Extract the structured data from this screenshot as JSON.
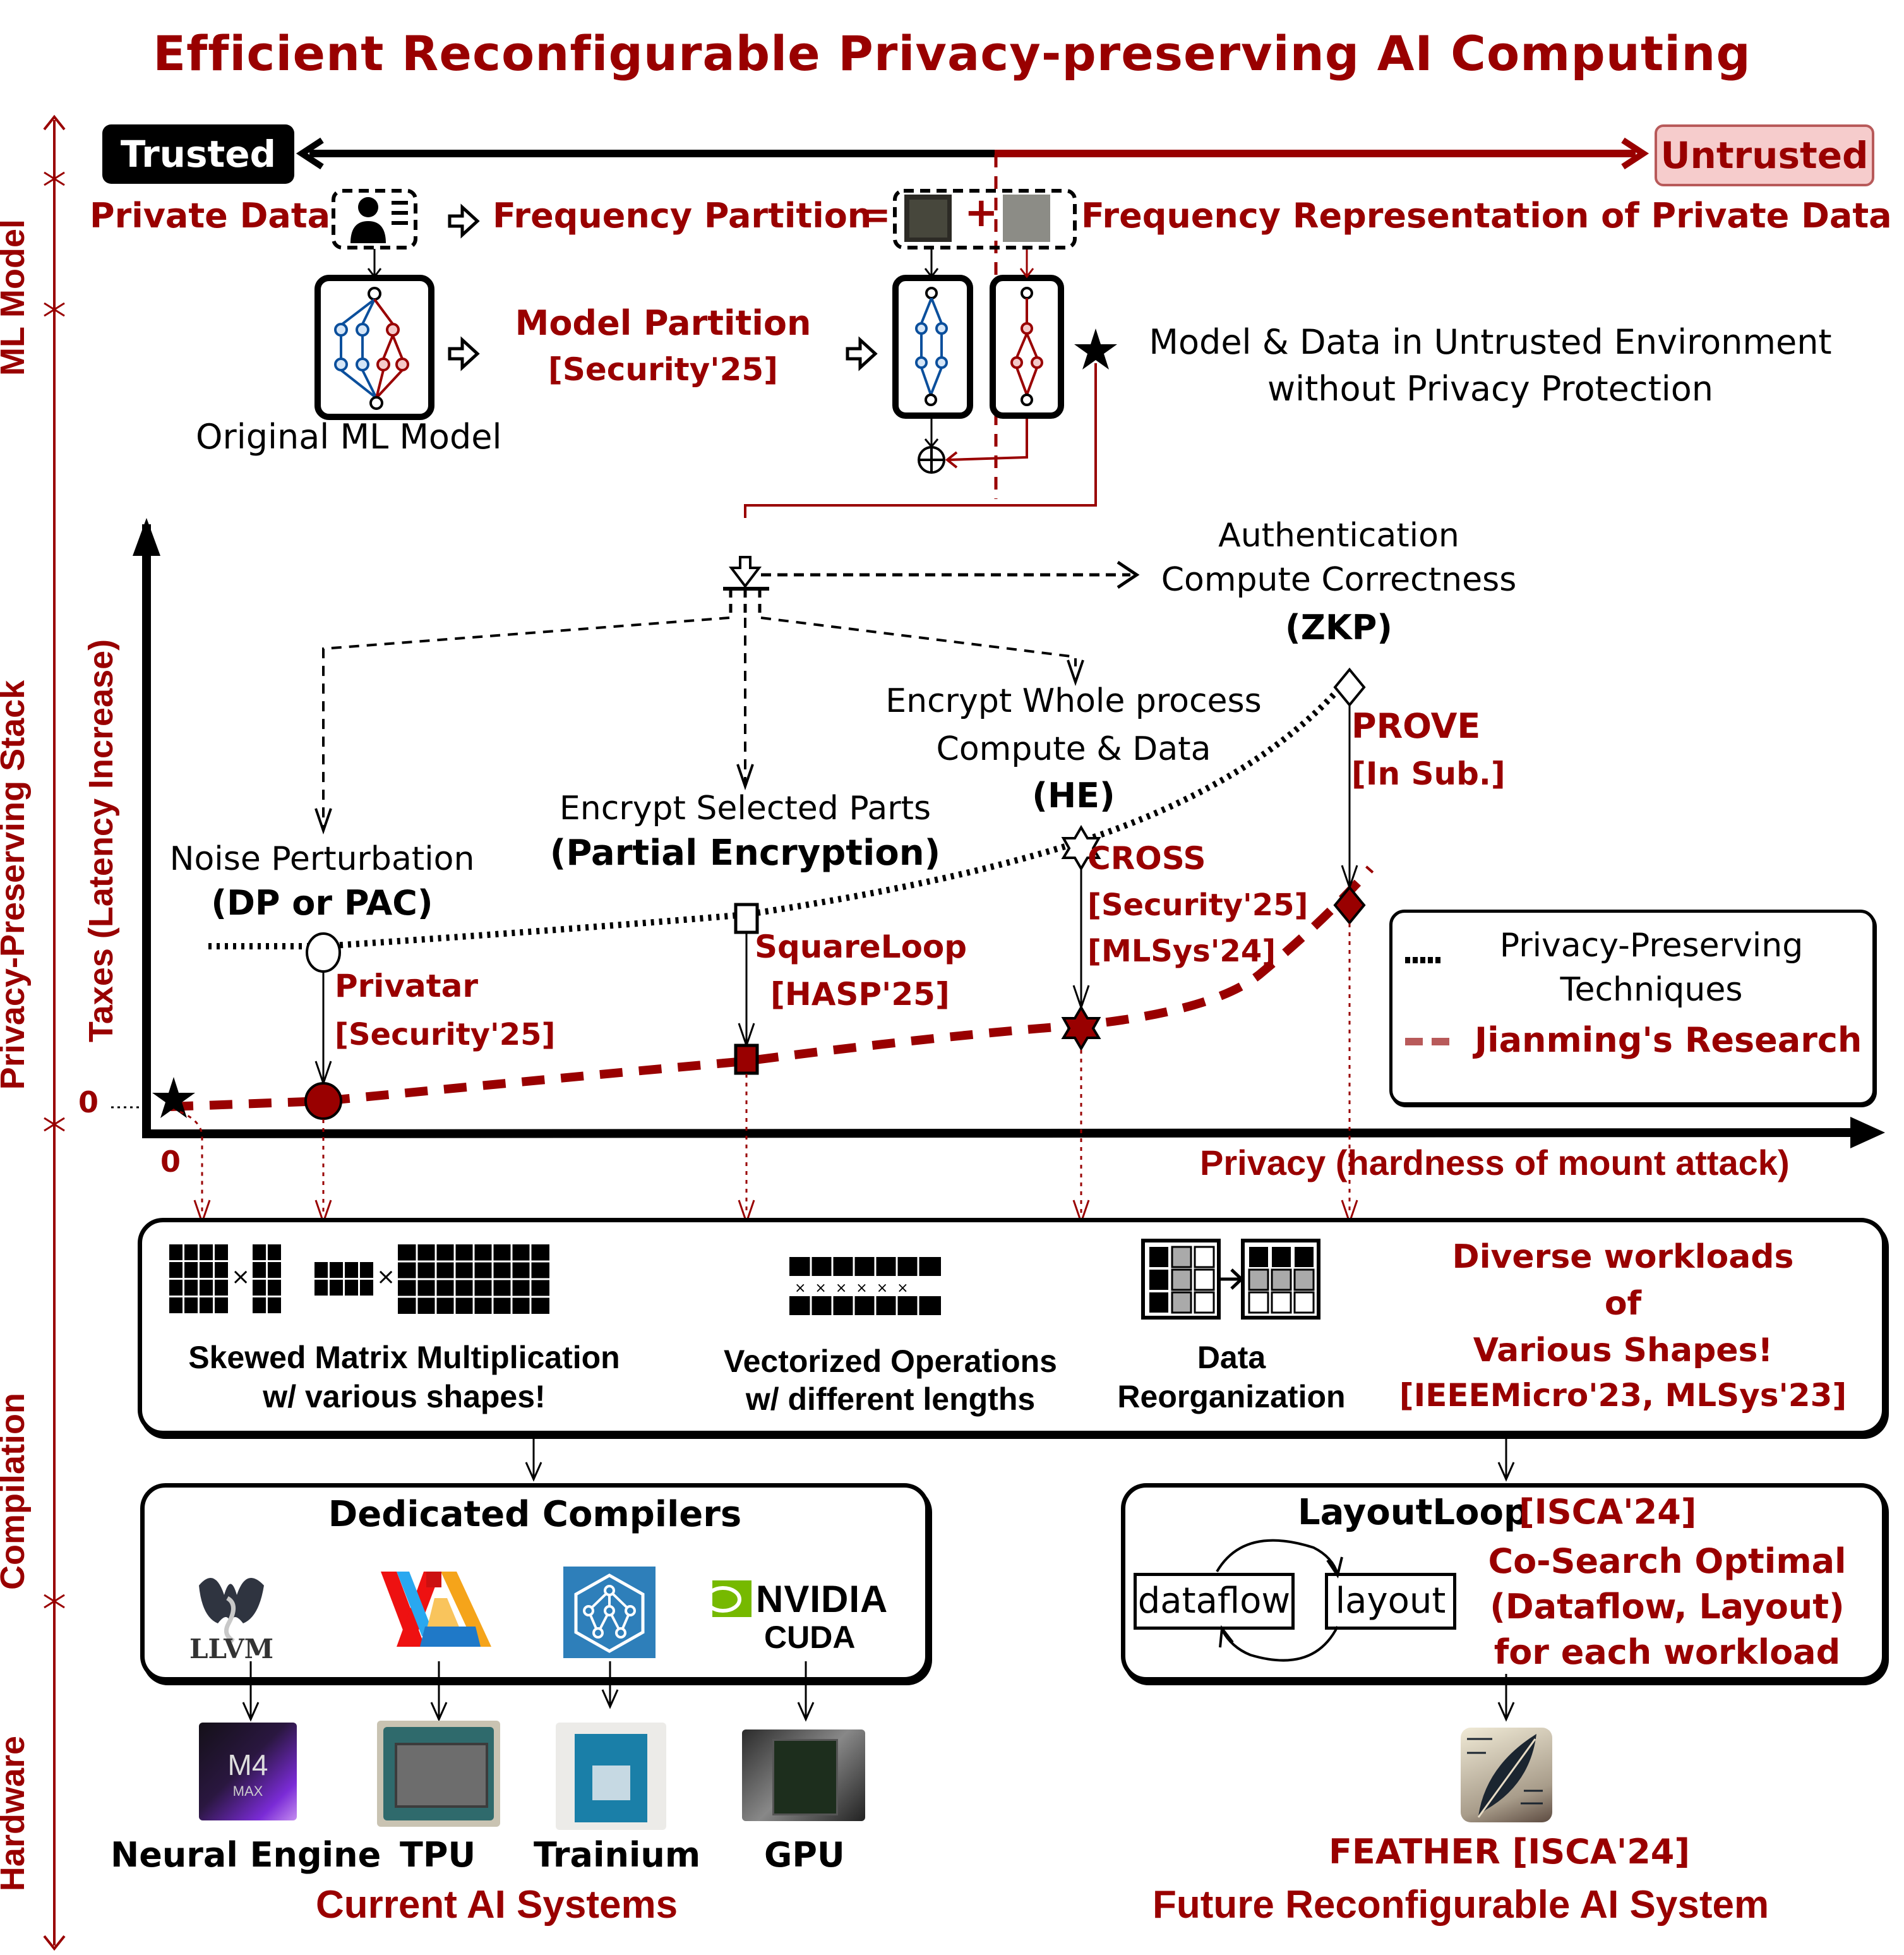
{
  "title": "Efficient Reconfigurable Privacy-preserving AI Computing",
  "side_stack": [
    {
      "label": "ML Model"
    },
    {
      "label": "Privacy-Preserving Stack"
    },
    {
      "label": "Compilation"
    },
    {
      "label": "Hardware"
    }
  ],
  "ml_model": {
    "trusted_label": "Trusted",
    "untrusted_label": "Untrusted",
    "private_data_label": "Private Data",
    "frequency_partition_label": "Frequency Partition",
    "equals": "=",
    "plus": "+",
    "frequency_representation_label": "Frequency Representation of Private Data",
    "original_model_label": "Original ML Model",
    "model_partition_label": "Model Partition",
    "model_partition_ref": "[Security'25]",
    "untrusted_note_line1": "Model & Data in Untrusted Environment",
    "untrusted_note_line2": "without Privacy Protection"
  },
  "privacy_stack": {
    "y_axis_label": "Taxes (Latency Increase)",
    "x_axis_label": "Privacy (hardness of mount attack)",
    "y_zero": "0",
    "x_zero": "0",
    "techniques": [
      {
        "name_line1": "Noise Perturbation",
        "name_line2": "(DP or PAC)",
        "work": "Privatar",
        "refs": [
          "[Security'25]"
        ]
      },
      {
        "name_line1": "Encrypt Selected Parts",
        "name_line2": "(Partial Encryption)",
        "work": "SquareLoop",
        "refs": [
          "[HASP'25]"
        ]
      },
      {
        "name_line1": "Encrypt Whole process",
        "name_line1b": "Compute & Data",
        "name_line2": "(HE)",
        "work": "CROSS",
        "refs": [
          "[Security'25]",
          "[MLSys'24]"
        ]
      },
      {
        "name_line1": "Authentication",
        "name_line1b": "Compute Correctness",
        "name_line2": "(ZKP)",
        "work": "PROVE",
        "refs": [
          "[In Sub.]"
        ]
      }
    ],
    "legend": {
      "dotted_label_line1": "Privacy-Preserving",
      "dotted_label_line2": "Techniques",
      "dashed_label": "Jianming's Research"
    }
  },
  "compilation": {
    "workloads": [
      {
        "line1": "Skewed Matrix Multiplication",
        "line2": "w/ various shapes!"
      },
      {
        "line1": "Vectorized Operations",
        "line2": "w/ different lengths"
      },
      {
        "line1": "Data",
        "line2": "Reorganization"
      }
    ],
    "vector_op_symbol": "×",
    "diverse_line1": "Diverse workloads",
    "diverse_line2": "of",
    "diverse_line3": "Various Shapes!",
    "diverse_refs": "[IEEEMicro'23, MLSys'23]",
    "dedicated_compilers_title": "Dedicated Compilers",
    "compilers": [
      {
        "name": "LLVM"
      },
      {
        "name": "XLA"
      },
      {
        "name": "Neuron"
      },
      {
        "name": "NVIDIA",
        "sub": "CUDA"
      }
    ],
    "layoutloop_title": "LayoutLoop",
    "layoutloop_ref": "[ISCA'24]",
    "dataflow_label": "dataflow",
    "layout_label": "layout",
    "cosearch_line1": "Co-Search Optimal",
    "cosearch_line2": "(Dataflow, Layout)",
    "cosearch_line3": "for each workload"
  },
  "hardware": {
    "current": [
      {
        "name": "Neural Engine",
        "chip_text": "M4",
        "chip_sub": "MAX"
      },
      {
        "name": "TPU"
      },
      {
        "name": "Trainium"
      },
      {
        "name": "GPU"
      }
    ],
    "current_caption": "Current AI Systems",
    "feather_label": "FEATHER [ISCA'24]",
    "future_caption": "Future Reconfigurable AI System"
  },
  "colors": {
    "accent_red": "#990000",
    "blue_node": "#0b4f9c",
    "blue_fill": "#d6e6f7",
    "red_fill": "#f4c9c9",
    "untrusted_bg": "#f6cccc"
  }
}
